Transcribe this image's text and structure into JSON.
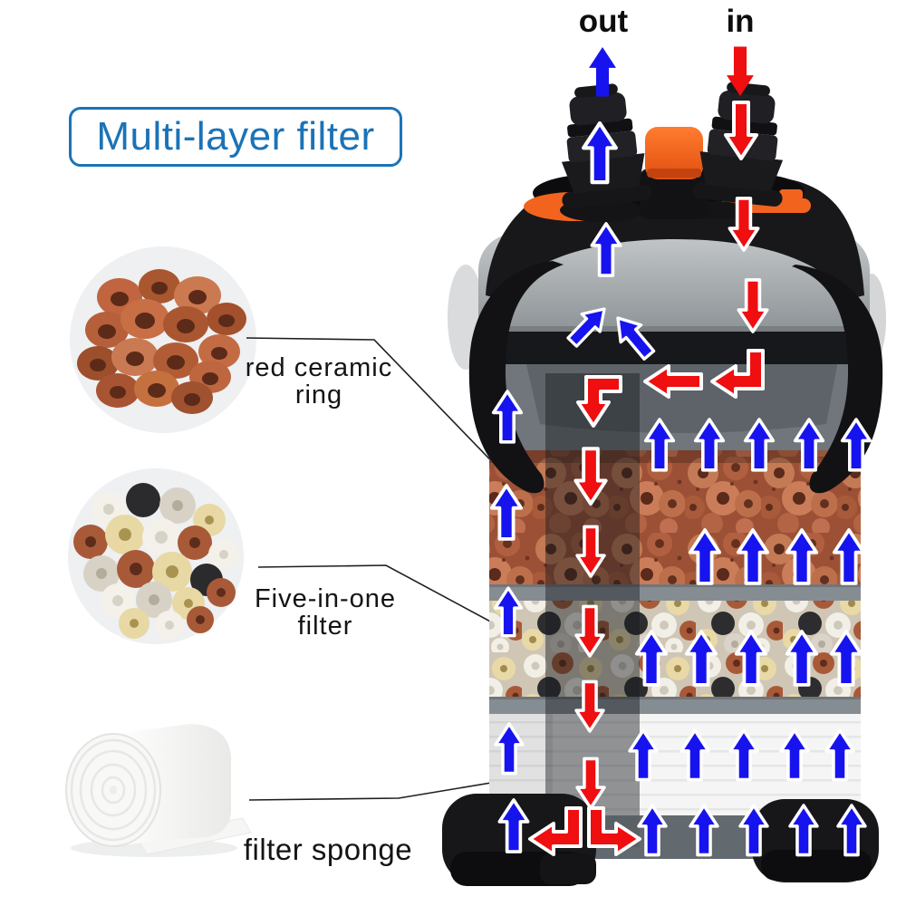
{
  "background": "#ffffff",
  "title": {
    "text": "Multi-layer filter",
    "color": "#1b73b7"
  },
  "ports": {
    "out": "out",
    "in": "in"
  },
  "flow": {
    "outflow_color": "#1713ef",
    "inflow_color": "#ef0e10",
    "outflow_direction": "up",
    "inflow_direction": "down"
  },
  "callouts": {
    "ceramic": {
      "line1": "red ceramic",
      "line2": "ring"
    },
    "five_in_one": {
      "line1": "Five-in-one",
      "line2": "filter"
    },
    "sponge": {
      "line1": "filter sponge"
    }
  },
  "photos": {
    "ceramic": "red-ceramic-rings-pile",
    "five_in_one": "mixed-bio-filter-media",
    "sponge": "white-filter-sponge-roll"
  },
  "device": {
    "kind": "aquarium-external-canister-filter"
  }
}
